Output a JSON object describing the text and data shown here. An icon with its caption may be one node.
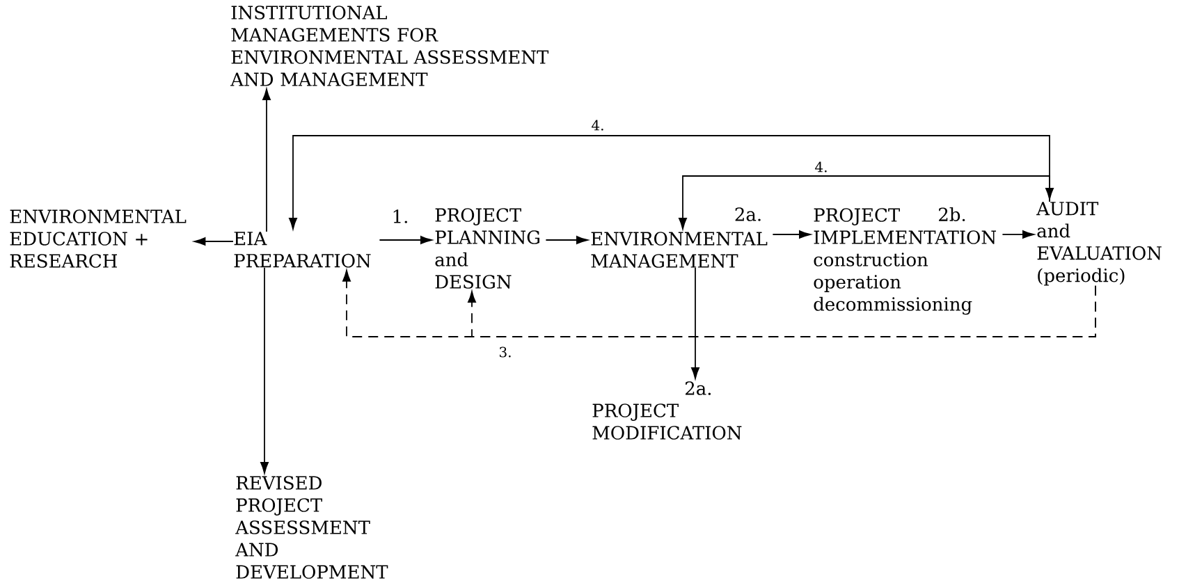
{
  "diagram": {
    "nodes": [
      {
        "text": [
          "ENVIRONMENTAL EDUCATION + RESEARCH"
        ]
      },
      {
        "text": [
          "INSTITUTIONAL MANAGEMENTS FOR ENVIRONMENTAL ASSESSMENT AND MANAGEMENT"
        ]
      },
      {
        "text": [
          "EIA PREPARATION"
        ]
      },
      {
        "text": [
          "PROJECT PLANNING and DESIGN"
        ],
        "beside": [
          "1."
        ]
      },
      {
        "text": [
          "ENVIRONMENTAL MANAGEMENT"
        ],
        "beside": [
          "2a."
        ]
      },
      {
        "text": [
          "PROJECT IMPLEMENTATION",
          "construction operation decommissioning"
        ],
        "beside": [
          "2b."
        ]
      },
      {
        "text": [
          "PROJECT MODIFICATION"
        ],
        "beside": [
          "2a."
        ]
      },
      {
        "text": [
          "AUDIT and EVALUATION (periodic)"
        ]
      },
      {
        "text": [
          "REVISED PROJECT ASSESSMENT AND DEVELOPMENT"
        ]
      }
    ],
    "edges": [
      {
        "from": 2,
        "to": 0,
        "arrow": "to"
      },
      {
        "from": 2,
        "to": 1,
        "arrow": "to"
      },
      {
        "from": 2,
        "to": 8,
        "arrow": "to"
      },
      {
        "from": 2,
        "to": 3,
        "arrow": "to"
      },
      {
        "from": 3,
        "to": 4,
        "arrow": "to"
      },
      {
        "from": 4,
        "to": 5,
        "arrow": "to"
      },
      {
        "from": 5,
        "to": 7,
        "arrow": "to"
      },
      {
        "from": 4,
        "to": 6,
        "arrow": "to"
      },
      {
        "from": 2,
        "to": 7,
        "arrow": "both",
        "label": "4."
      },
      {
        "from": 7,
        "to": 4,
        "arrow": "to",
        "label": "4."
      },
      {
        "from": 7,
        "to": 2,
        "arrow": "to",
        "style": "dashed",
        "label": "3."
      },
      {
        "from": 7,
        "to": 3,
        "arrow": "to",
        "style": "dashed"
      }
    ]
  }
}
